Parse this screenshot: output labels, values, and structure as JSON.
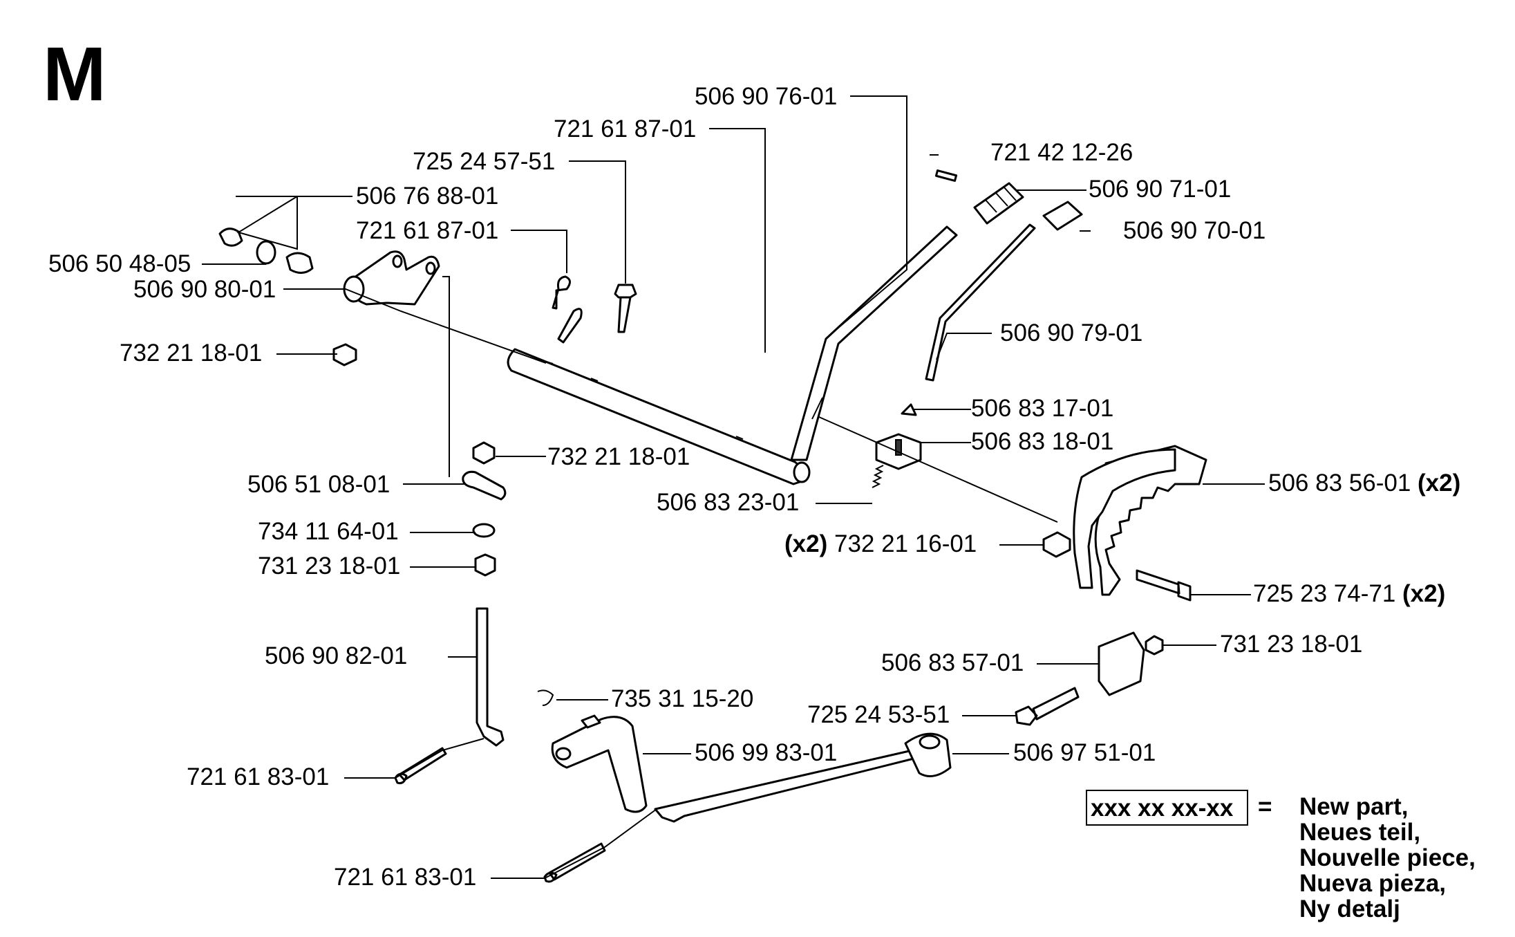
{
  "page": {
    "section_letter": "M"
  },
  "labels": [
    {
      "id": "l01",
      "part": "506 90 76-01"
    },
    {
      "id": "l02",
      "part": "721 61 87-01"
    },
    {
      "id": "l03",
      "part": "725 24 57-51"
    },
    {
      "id": "l04",
      "part": "721 42 12-26"
    },
    {
      "id": "l05",
      "part": "506 90 71-01"
    },
    {
      "id": "l06",
      "part": "506 76 88-01"
    },
    {
      "id": "l07",
      "part": "506 90 70-01"
    },
    {
      "id": "l08",
      "part": "721 61 87-01"
    },
    {
      "id": "l09",
      "part": "506 50 48-05"
    },
    {
      "id": "l10",
      "part": "506 90 80-01"
    },
    {
      "id": "l11",
      "part": "506 90 79-01"
    },
    {
      "id": "l12",
      "part": "732 21 18-01"
    },
    {
      "id": "l13",
      "part": "506 83 17-01"
    },
    {
      "id": "l14",
      "part": "506 83 18-01"
    },
    {
      "id": "l15",
      "part": "732 21 18-01"
    },
    {
      "id": "l16",
      "part": "506 51 08-01"
    },
    {
      "id": "l17",
      "part": "506 83 56-01",
      "qty": "(x2)"
    },
    {
      "id": "l18",
      "part": "506 83 23-01"
    },
    {
      "id": "l19",
      "part": "734 11 64-01"
    },
    {
      "id": "l20",
      "part": "732 21 16-01",
      "qty": "(x2)"
    },
    {
      "id": "l21",
      "part": "731 23 18-01"
    },
    {
      "id": "l22",
      "part": "725 23 74-71",
      "qty": "(x2)"
    },
    {
      "id": "l23",
      "part": "731 23 18-01"
    },
    {
      "id": "l24",
      "part": "506 90 82-01"
    },
    {
      "id": "l25",
      "part": "506 83 57-01"
    },
    {
      "id": "l26",
      "part": "735 31 15-20"
    },
    {
      "id": "l27",
      "part": "725 24 53-51"
    },
    {
      "id": "l28",
      "part": "506 99 83-01"
    },
    {
      "id": "l29",
      "part": "506 97 51-01"
    },
    {
      "id": "l30",
      "part": "721 61 83-01"
    },
    {
      "id": "l31",
      "part": "721 61 83-01"
    }
  ],
  "legend": {
    "placeholder": "xxx xx xx-xx",
    "equals": "=",
    "lines": [
      "New part,",
      "Neues teil,",
      "Nouvelle piece,",
      "Nueva pieza,",
      "Ny detalj"
    ]
  }
}
